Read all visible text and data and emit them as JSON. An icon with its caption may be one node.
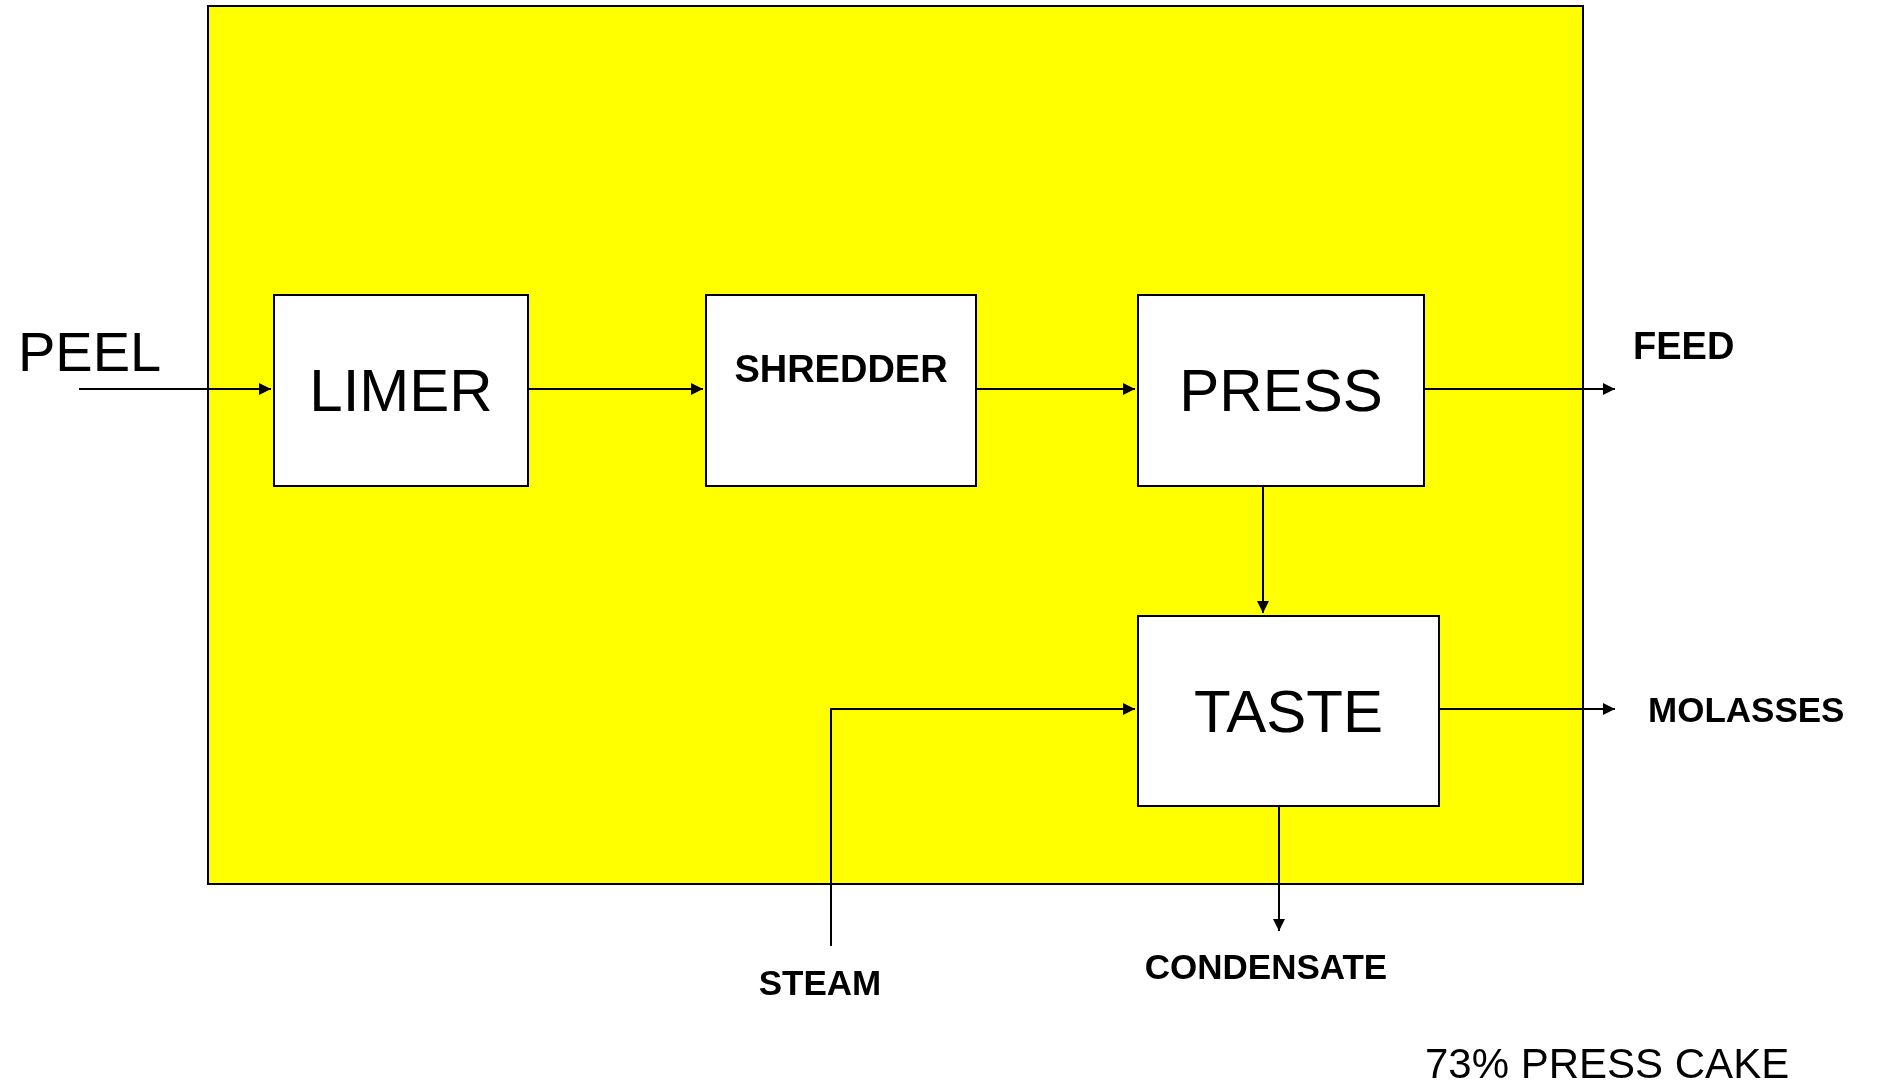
{
  "diagram": {
    "nodes": [
      {
        "text": [],
        "shape": "box"
      },
      {
        "text": [
          "LIMER"
        ],
        "in": 0
      },
      {
        "text": [
          "SHREDDER"
        ],
        "in": 0
      },
      {
        "text": [
          "PRESS"
        ],
        "in": 0
      },
      {
        "text": [
          "TASTE"
        ],
        "in": 0
      },
      {
        "text": [
          "PEEL"
        ]
      },
      {
        "text": [
          "FEED"
        ]
      },
      {
        "text": [
          "MOLASSES"
        ]
      },
      {
        "text": [
          "STEAM"
        ]
      },
      {
        "text": [
          "CONDENSATE"
        ]
      }
    ],
    "edges": [
      {
        "from": 5,
        "to": 1,
        "arrow": "to"
      },
      {
        "from": 1,
        "to": 2,
        "arrow": "to"
      },
      {
        "from": 2,
        "to": 3,
        "arrow": "to"
      },
      {
        "from": 3,
        "to": 6,
        "arrow": "to"
      },
      {
        "from": 3,
        "to": 4,
        "arrow": "to"
      },
      {
        "from": 4,
        "to": 7,
        "arrow": "to"
      },
      {
        "from": 8,
        "to": 4,
        "arrow": "to"
      },
      {
        "from": 4,
        "to": 9,
        "arrow": "to"
      }
    ],
    "labels": [
      "73% PRESS CAKE"
    ]
  }
}
